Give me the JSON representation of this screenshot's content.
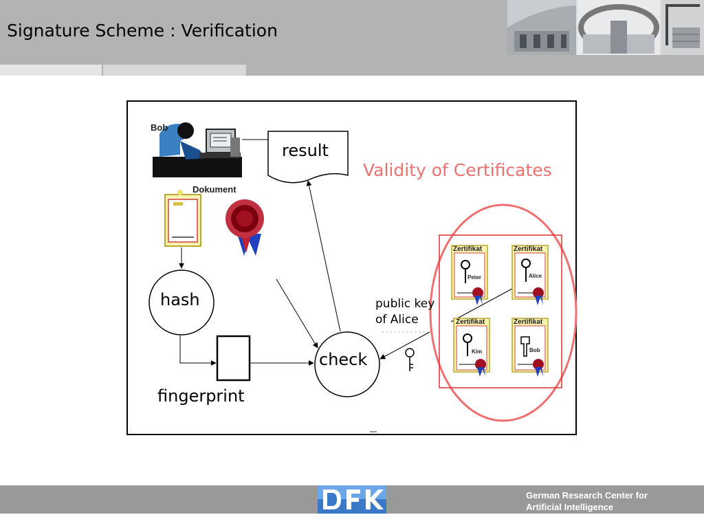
{
  "slide": {
    "title": "Signature Scheme : Verification"
  },
  "diagram": {
    "bob_label": "Bob",
    "dokument_label": "Dokument",
    "result_label": "result",
    "hash_label": "hash",
    "check_label": "check",
    "fingerprint_label": "fingerprint",
    "validity_label": "Validity of Certificates",
    "public_key_line1": "public key",
    "public_key_line2": "of Alice",
    "certificates": [
      {
        "heading": "Zertifikat",
        "name": "Peter"
      },
      {
        "heading": "Zertifikat",
        "name": "Alice"
      },
      {
        "heading": "Zertifikat",
        "name": "Kim"
      },
      {
        "heading": "Zertifikat",
        "name": "Bob"
      }
    ]
  },
  "footer": {
    "org_line1": "German Research Center for",
    "org_line2": "Artificial Intelligence"
  },
  "colors": {
    "header_bg": "#b3b3b3",
    "footer_bg": "#999999",
    "validity": "#f07070",
    "cert_border": "#e03030",
    "ribbon_red": "#a00020",
    "ribbon_blue": "#2040c0"
  }
}
